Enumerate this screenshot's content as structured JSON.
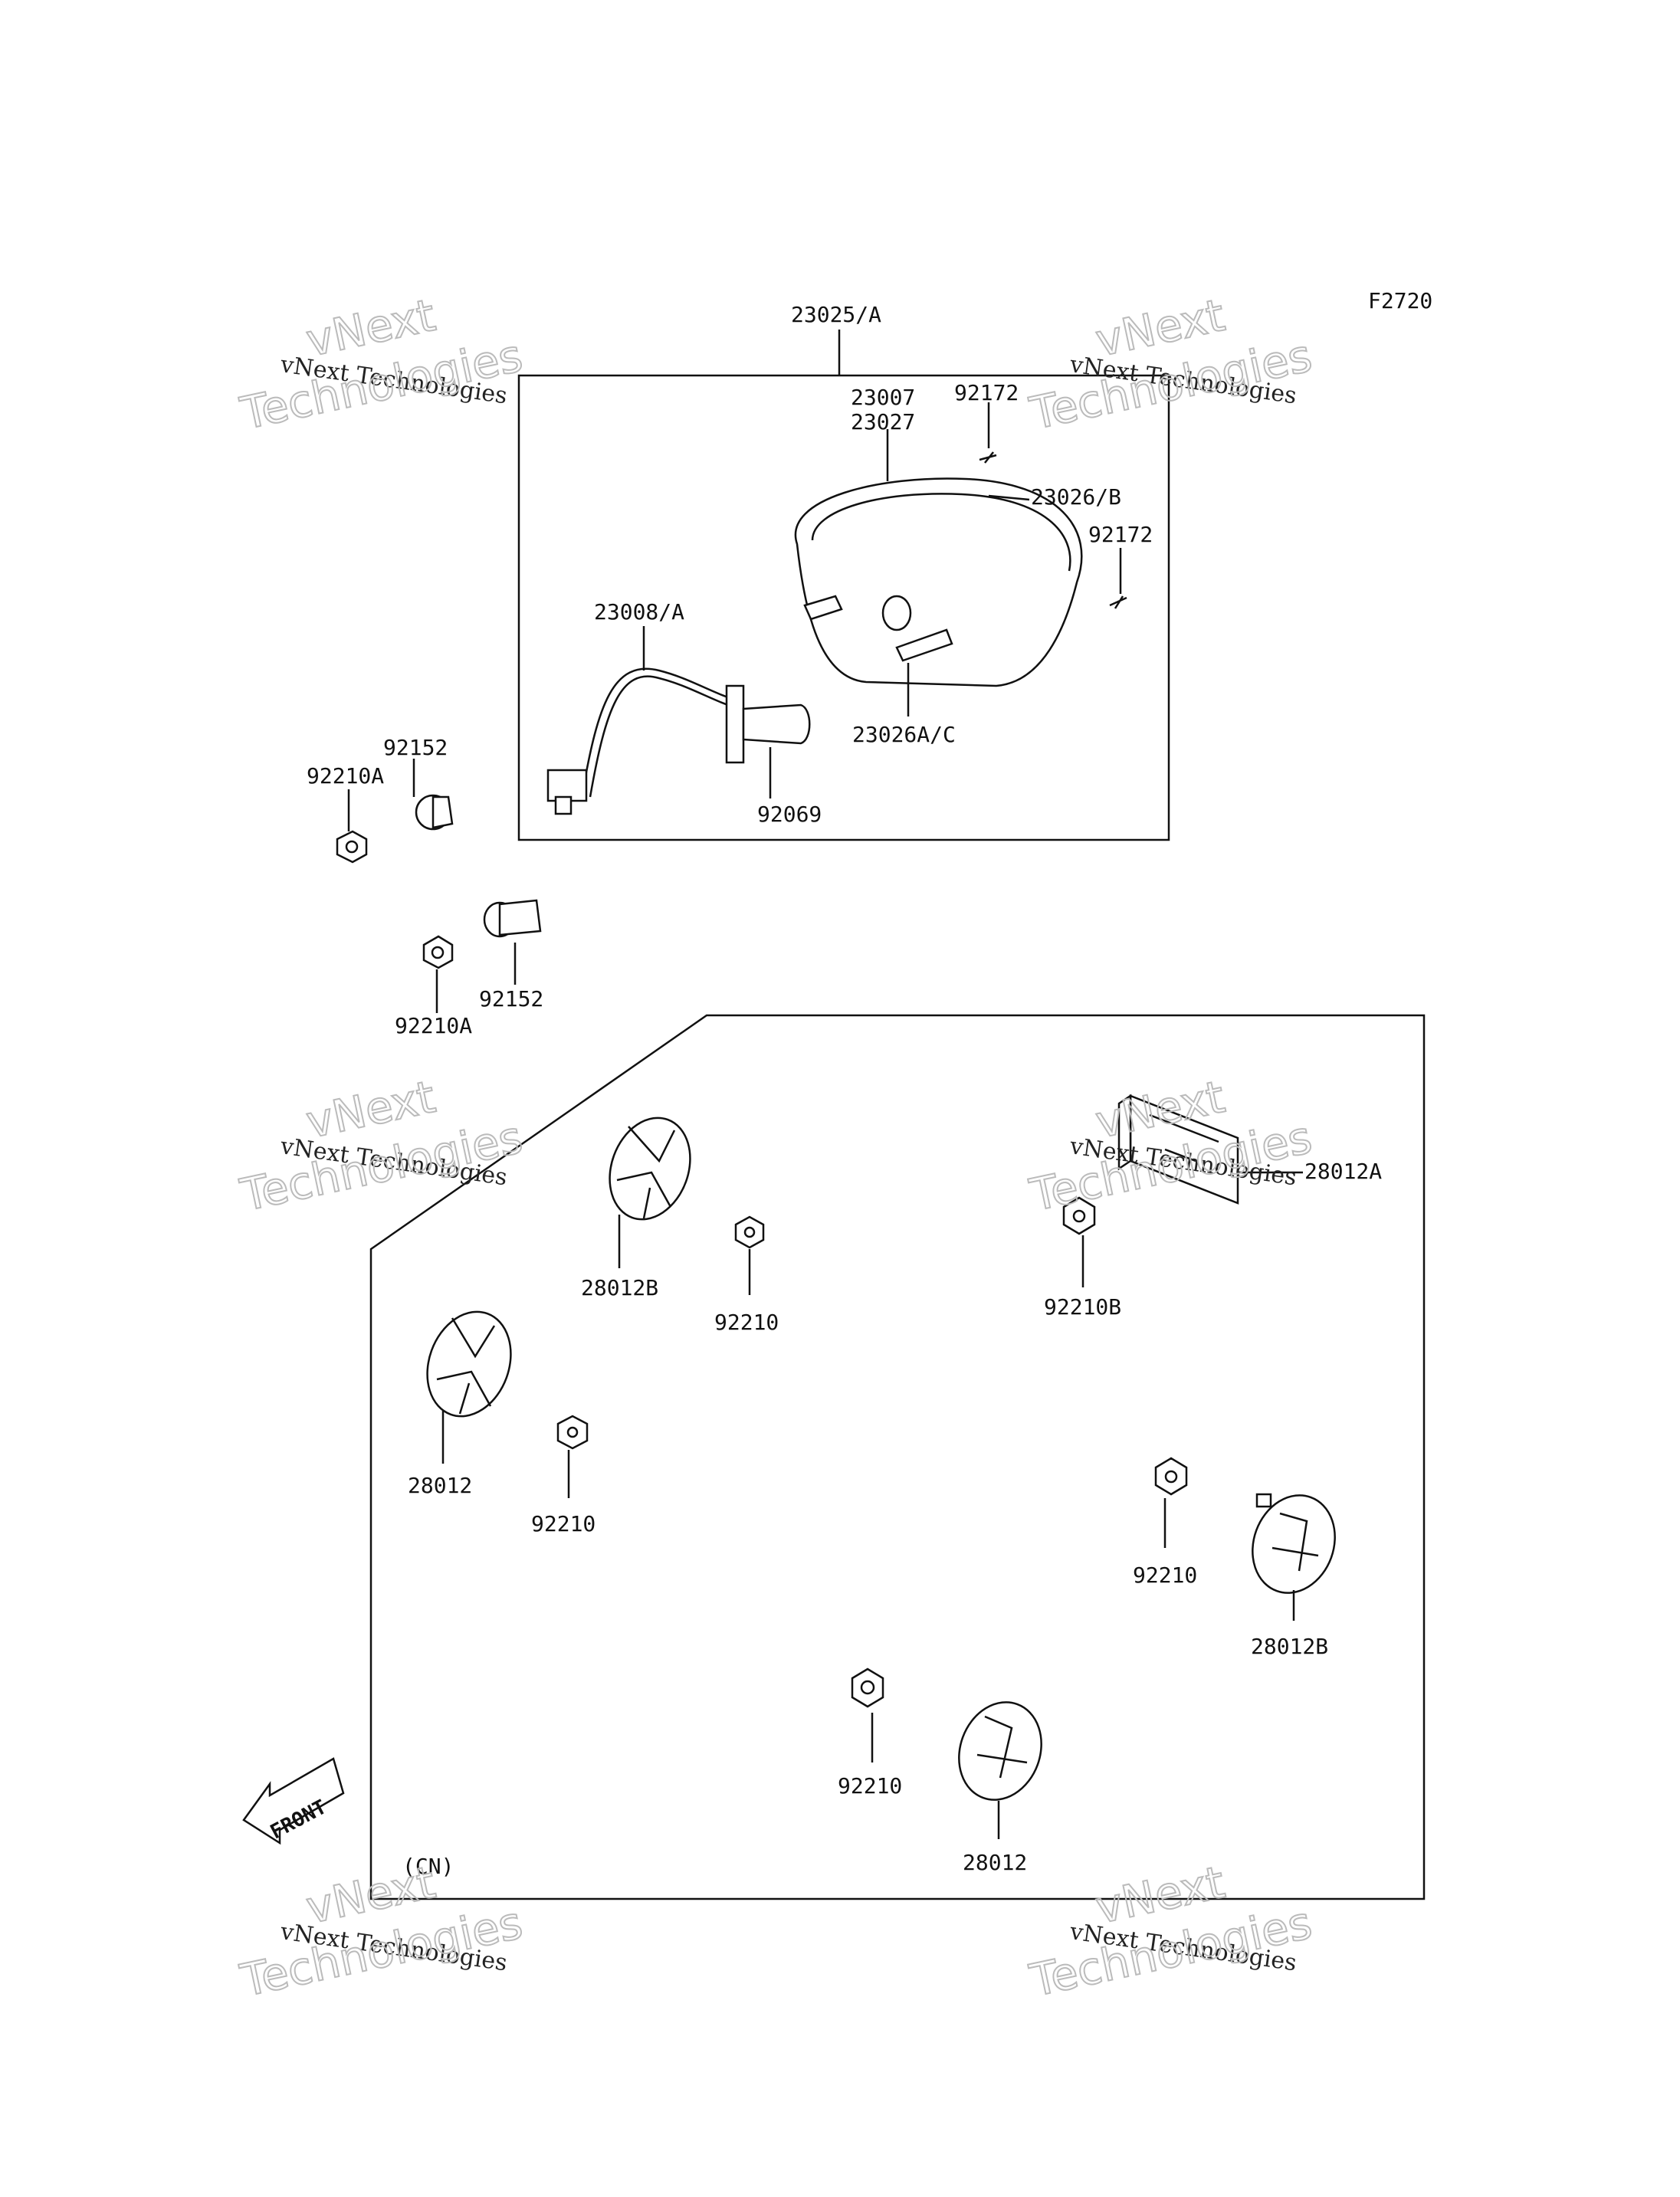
{
  "figure_code": "F2720",
  "labels": {
    "l23025A": "23025/A",
    "l23007": "23007",
    "l23027": "23027",
    "l92172a": "92172",
    "l23026B": "23026/B",
    "l92172b": "92172",
    "l23008A": "23008/A",
    "l23026AC": "23026A/C",
    "l92069": "92069",
    "l92152a": "92152",
    "l92210Aa": "92210A",
    "l92152b": "92152",
    "l92210Ab": "92210A",
    "l28012B_top": "28012B",
    "l92210_top": "92210",
    "l28012A": "28012A",
    "l92210B": "92210B",
    "l28012_left": "28012",
    "l92210_left": "92210",
    "l92210_right": "92210",
    "l28012B_right": "28012B",
    "l92210_bottom": "92210",
    "l28012_bottom": "28012",
    "front": "FRONT",
    "cn": "(CN)"
  },
  "watermark": {
    "line1": "vNext Technologies",
    "line2": "vNext",
    "line3": "Technologies"
  }
}
